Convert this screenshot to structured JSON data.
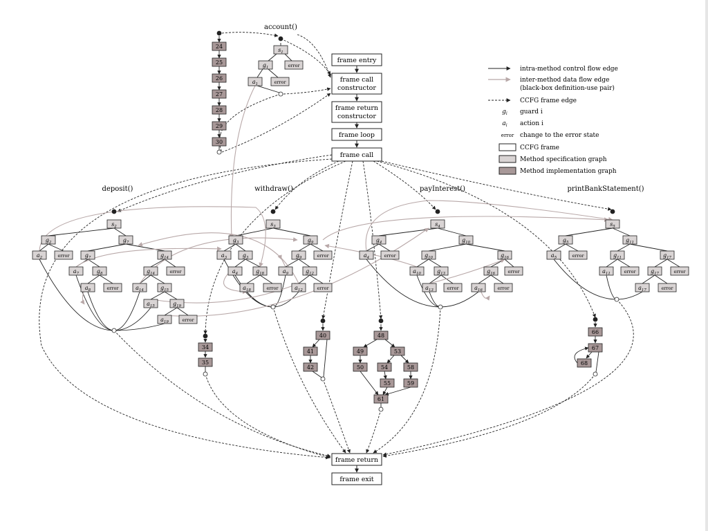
{
  "methods": {
    "account": "account()",
    "deposit": "deposit()",
    "withdraw": "withdraw()",
    "payInterest": "payInterest()",
    "printBankStatement": "printBankStatement()"
  },
  "frames": {
    "entry": "frame entry",
    "call_constructor": [
      "frame call",
      "constructor"
    ],
    "return_constructor": [
      "frame return",
      "constructor"
    ],
    "loop": "frame loop",
    "call": "frame call",
    "return": "frame return",
    "exit": "frame exit"
  },
  "legend": {
    "intra": "intra-method control flow edge",
    "inter": [
      "inter-method data flow edge",
      "(black-box definition-use pair)"
    ],
    "ccfg": "CCFG frame edge",
    "guard_sym": "g",
    "guard_sub": "i",
    "guard": "guard i",
    "action_sym": "a",
    "action_sub": "i",
    "action": "action i",
    "error_sym": "error",
    "error": "change to the error state",
    "frame": "CCFG frame",
    "spec": "Method specification graph",
    "impl": "Method implementation graph"
  },
  "impl_nodes": {
    "account_chain": [
      "24",
      "25",
      "26",
      "27",
      "28",
      "29",
      "30"
    ],
    "withdraw_chain": [
      "34",
      "35"
    ],
    "chain_40": [
      "40",
      "41",
      "42"
    ],
    "graph_48": [
      "48",
      "49",
      "50",
      "53",
      "54",
      "55",
      "58",
      "59",
      "61"
    ],
    "graph_66": [
      "66",
      "67",
      "68"
    ]
  },
  "error_label": "error",
  "colors": {
    "frame_fill": "#ffffff",
    "spec_fill": "#d9d4d4",
    "impl_fill": "#a89898",
    "data_flow": "#b8a8a8",
    "control": "#222222"
  }
}
